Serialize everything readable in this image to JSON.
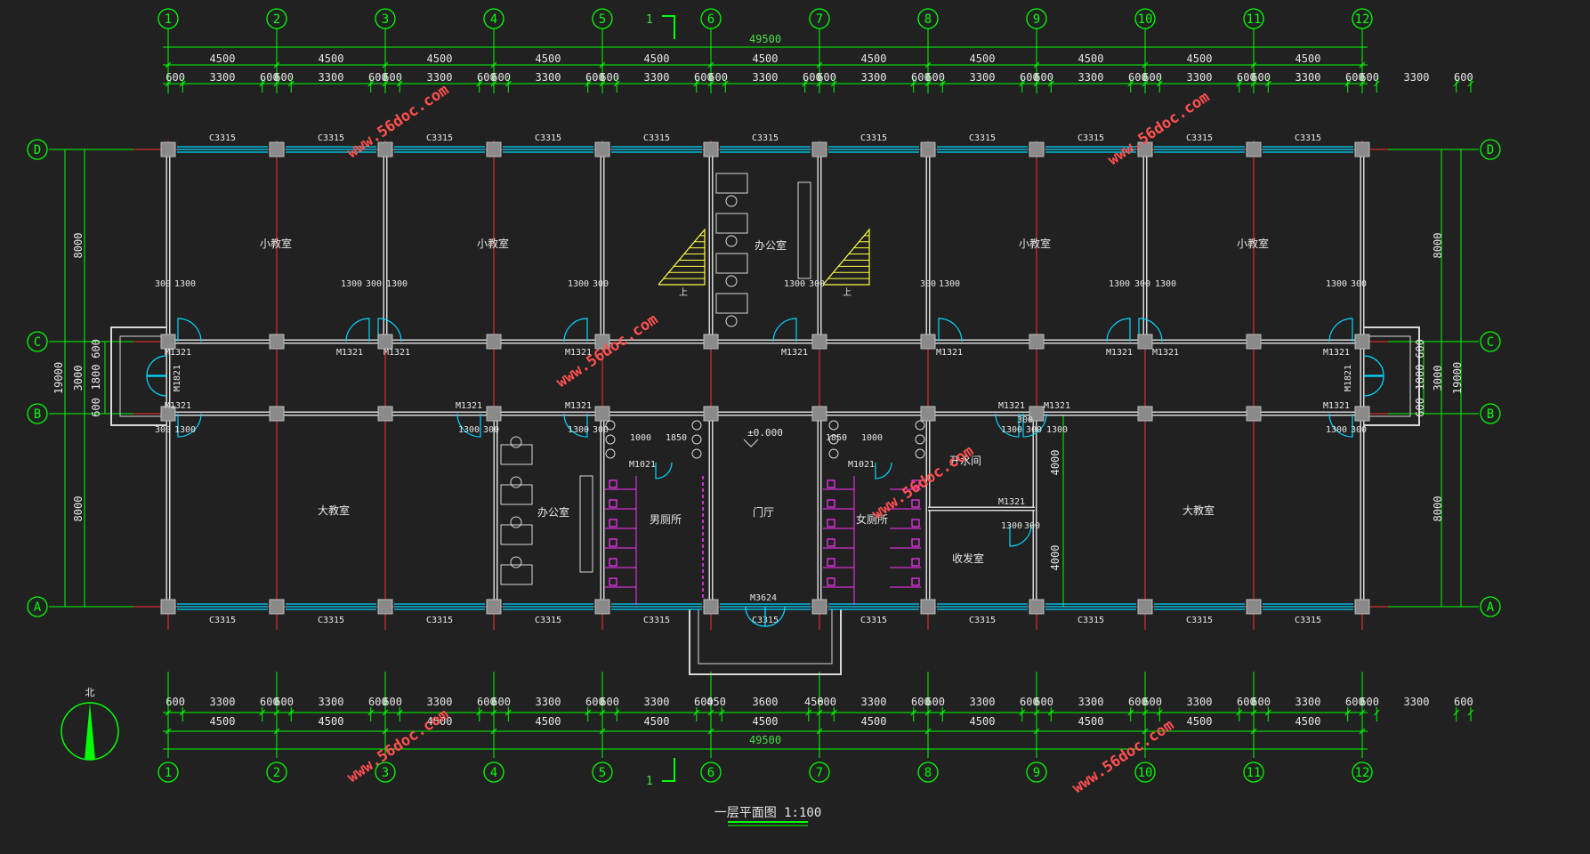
{
  "colors": {
    "background": "#212121",
    "grid_axis": "#ff3030",
    "dimension": "#00ff00",
    "wall": "#d8d8d8",
    "window": "#00d8ff",
    "column": "#8a8a8a",
    "stair": "#ffff40",
    "fixture": "#ff33ff",
    "watermark": "#ff4040"
  },
  "axes": {
    "columns": [
      "1",
      "2",
      "3",
      "4",
      "5",
      "6",
      "7",
      "8",
      "9",
      "10",
      "11",
      "12"
    ],
    "rows": [
      "D",
      "C",
      "B",
      "A"
    ]
  },
  "dimensions": {
    "overall": "49500",
    "bay": "4500",
    "top_detail": [
      "600",
      "3300",
      "600",
      "600",
      "3300",
      "600",
      "600",
      "3300",
      "600",
      "600",
      "3300",
      "600",
      "600",
      "3300",
      "600",
      "600",
      "3300",
      "600",
      "600",
      "3300",
      "600",
      "600",
      "3300",
      "600",
      "600",
      "3300",
      "600",
      "600",
      "3300",
      "600",
      "600",
      "3300",
      "600",
      "600",
      "3300",
      "600"
    ],
    "bottom_detail": [
      "600",
      "3300",
      "600",
      "600",
      "3300",
      "600",
      "600",
      "3300",
      "600",
      "600",
      "3300",
      "600",
      "600",
      "3300",
      "600",
      "450",
      "3600",
      "450",
      "600",
      "3300",
      "600",
      "600",
      "3300",
      "600",
      "600",
      "3300",
      "600",
      "600",
      "3300",
      "600",
      "600",
      "3300",
      "600",
      "600",
      "3300",
      "600"
    ],
    "vertical": {
      "upper": "8000",
      "middle": "3000",
      "lower": "8000",
      "total": "19000",
      "entry": [
        "600",
        "1800",
        "600"
      ],
      "receiving": [
        "4000",
        "4000"
      ]
    }
  },
  "windows": {
    "label": "C3315"
  },
  "doors": {
    "classroom": "M1321",
    "side_exit": "M1821",
    "toilet": "M1021",
    "main_entry": "M3624",
    "offset_300": "300",
    "offset_1300": "1300",
    "offset_1000": "1000",
    "offset_1850": "1850"
  },
  "rooms": {
    "small_classroom": "小教室",
    "large_classroom": "大教室",
    "office": "办公室",
    "mens_toilet": "男厕所",
    "womens_toilet": "女厕所",
    "hall": "门厅",
    "hot_water_room": "开水间",
    "receiving_room": "收发室"
  },
  "stair_label": "上",
  "elevation": "±0.000",
  "section_mark": "1",
  "north_label": "北",
  "drawing_title": "一层平面图 1:100",
  "watermark": "www.56doc.com"
}
